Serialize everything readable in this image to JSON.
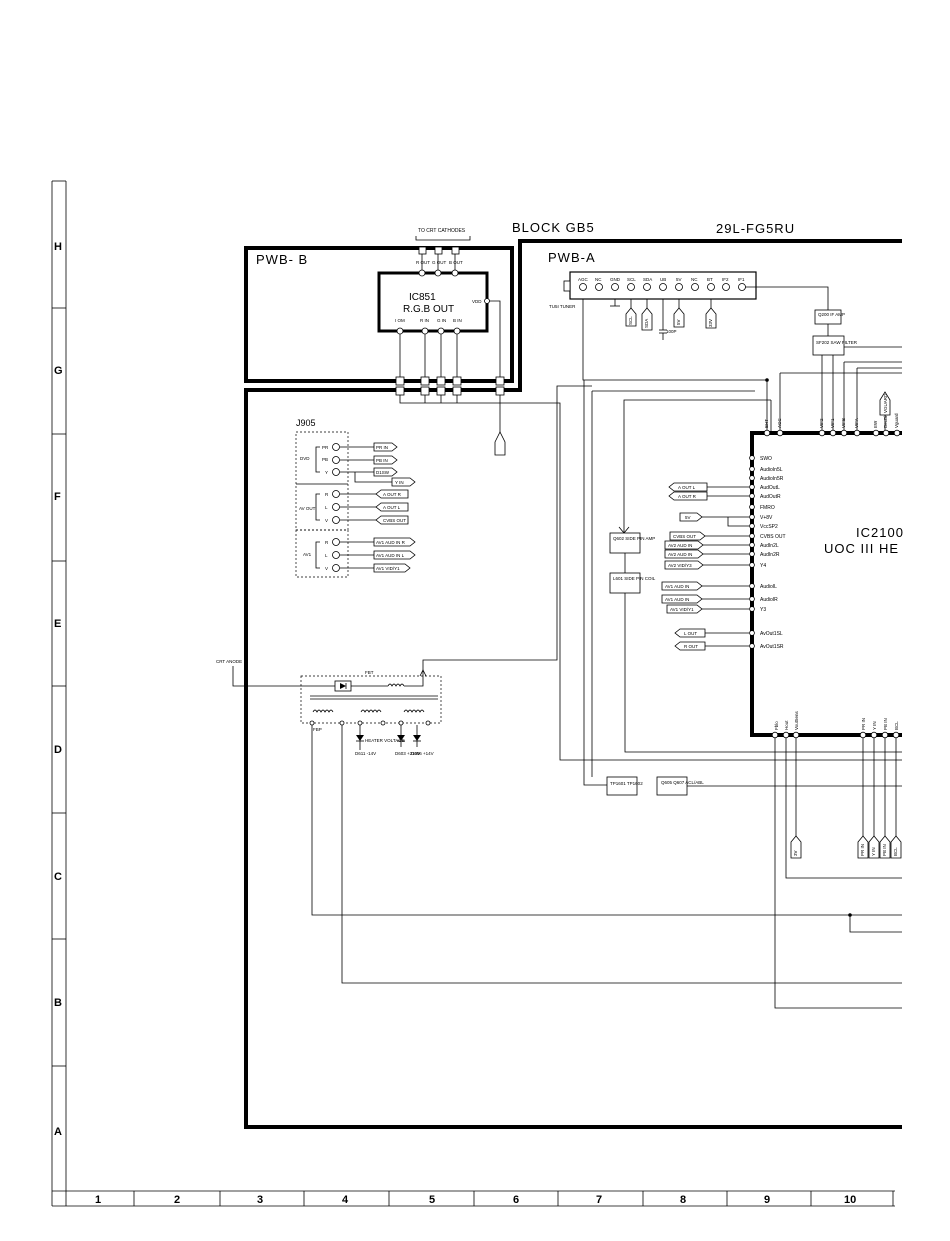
{
  "title": {
    "block": "BLOCK GB5",
    "model": "29L-FG5RU"
  },
  "grid": {
    "rows": [
      "H",
      "G",
      "F",
      "E",
      "D",
      "C",
      "B",
      "A"
    ],
    "cols": [
      "1",
      "2",
      "3",
      "4",
      "5",
      "6",
      "7",
      "8",
      "9",
      "10"
    ]
  },
  "pwb_b": {
    "label": "PWB- B",
    "cathodes": "TO CRT CATHODES",
    "ic_name": "IC851",
    "ic_desc": "R.G.B OUT",
    "vdd": "VDD",
    "out_pins": [
      "R OUT",
      "G OUT",
      "B OUT"
    ],
    "in_pins": [
      "I OM",
      "R IN",
      "G IN",
      "B IN"
    ]
  },
  "pwb_a": {
    "label": "PWB-A",
    "tuner": "TU5I TUNER",
    "tuner_pins": [
      "AGC",
      "NC",
      "GND",
      "SCL",
      "SDA",
      "UB",
      "5V",
      "NC",
      "BT",
      "IF2",
      "IF1"
    ],
    "tuner_arrows": [
      "SCL",
      "SDA",
      "5V",
      "33V"
    ],
    "cap": "100P",
    "if_amp": "Q200 IF AMP",
    "saw": "SF202 SAW FILTER"
  },
  "j905": {
    "label": "J905",
    "dvd": "DVD",
    "dvd_pins": [
      "PR",
      "PB",
      "Y"
    ],
    "dvd_outs": [
      "PR IN",
      "PB IN",
      "D1SW",
      "Y IN"
    ],
    "av_out": "AV OUT",
    "av_out_pins": [
      "R",
      "L",
      "V"
    ],
    "av_out_nets": [
      "A OUT R",
      "A OUT L",
      "CVBS OUT"
    ],
    "av1": "AV1",
    "av1_pins": [
      "R",
      "L",
      "V"
    ],
    "av1_nets": [
      "AV1 AUD IN R",
      "AV1 AUD IN L",
      "AV1 VID/Y1"
    ]
  },
  "ic2100": {
    "name": "IC2100",
    "desc": "UOC III HE",
    "top_pins": [
      "EHT",
      "AGC",
      "VIF2",
      "VIF1",
      "VIFB",
      "VIFA",
      "EW",
      "DecDig",
      "Vguard"
    ],
    "vguard_arrow": "VGUARD",
    "left_pins": [
      "SWO",
      "AudioIn5L",
      "AudioIn5R",
      "AudOutL",
      "AudOutR",
      "FMRO",
      "V+8V",
      "VccSP2",
      "CVBS OUT",
      "AudIn2L",
      "AudIn2R",
      "Y4",
      "AudioIL",
      "AudioIR",
      "Y3",
      "AvOut1SL",
      "AvOut1SR"
    ],
    "left_nets": [
      "A OUT L",
      "A OUT R",
      "5V",
      "CVBS OUT",
      "AV2 AUD IN",
      "AV2 AUD IN",
      "AV2 VID/Y3",
      "AV1 AUD IN",
      "AV1 AUD IN",
      "AV1 VID/Y1",
      "L OUT",
      "R OUT"
    ],
    "bottom_pins": [
      "Fblo",
      "Hout",
      "Vout5ens",
      "PR IN",
      "Y IN",
      "PB IN",
      "BCL"
    ],
    "bottom_arrows": [
      "3V",
      "PR IN",
      "Y IN",
      "PB IN",
      "BCL"
    ]
  },
  "side_pin": {
    "amp": "Q602 SIDE PIN AMP",
    "coil": "L601 SIDE PIN COIL"
  },
  "tp": {
    "name": "TP1601 TP1602"
  },
  "acl": {
    "name": "Q605 Q607 ACL/ABL"
  },
  "fbt": {
    "label": "FBT",
    "crt_anode": "CRT ANODE",
    "fbp": "FBP",
    "heater": "HEATER VOLTAGE",
    "diodes": [
      "D611 -14V",
      "D603 +210V",
      "D606 +14V"
    ]
  }
}
